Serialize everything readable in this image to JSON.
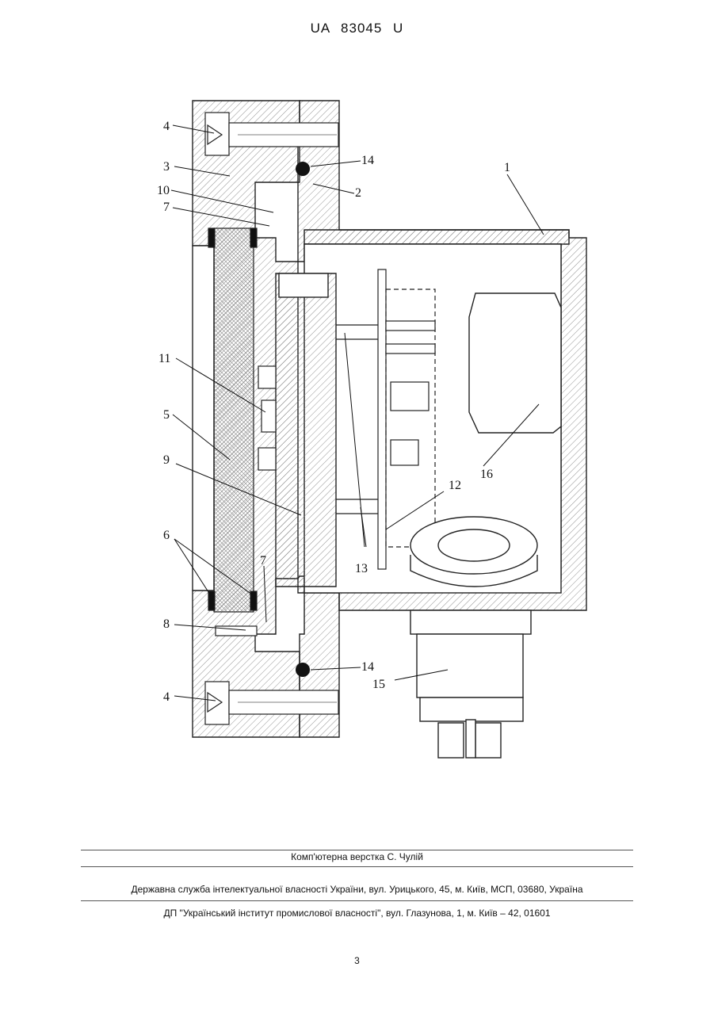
{
  "header": {
    "doc_number": "UA 83045 U"
  },
  "figure": {
    "labels": [
      "1",
      "2",
      "3",
      "4",
      "5",
      "6",
      "7",
      "7",
      "8",
      "9",
      "10",
      "11",
      "12",
      "13",
      "14",
      "14",
      "15",
      "16",
      "4"
    ]
  },
  "footer": {
    "layout_credit": "Комп'ютерна верстка С. Чулій",
    "agency": "Державна служба інтелектуальної власності України, вул. Урицького, 45, м. Київ, МСП, 03680, Україна",
    "institute": "ДП \"Український інститут промислової власності\", вул. Глазунова, 1, м. Київ – 42, 01601"
  },
  "page_number": "3"
}
